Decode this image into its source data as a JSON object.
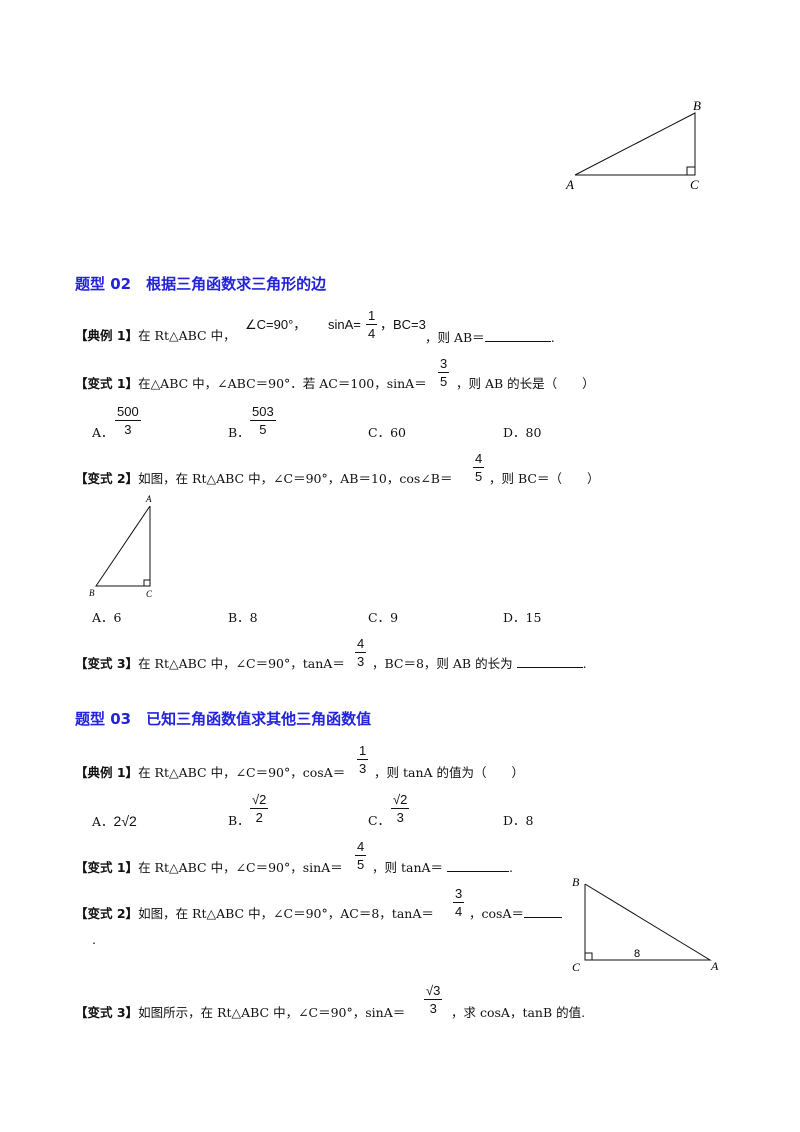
{
  "fig_top": {
    "A": "A",
    "B": "B",
    "C": "C"
  },
  "type02": {
    "title": "题型 02　根据三角函数求三角形的边",
    "ex1": {
      "label": "【典例 1】",
      "pre": "在 Rt△ABC 中，",
      "cond_angle": "∠C=90°，",
      "cond_sin": "sinA=",
      "frac": {
        "num": "1",
        "den": "4"
      },
      "cond_bc": "，BC=3",
      "post": "，则 AB＝",
      "end": "."
    },
    "var1": {
      "label": "【变式 1】",
      "text_a": "在△ABC 中，∠ABC＝90°．若 AC＝100，sinA＝",
      "frac": {
        "num": "3",
        "den": "5"
      },
      "text_b": "，则 AB 的长是（　　）",
      "options": {
        "a_label": "A．",
        "a_frac": {
          "num": "500",
          "den": "3"
        },
        "b_label": "B．",
        "b_frac": {
          "num": "503",
          "den": "5"
        },
        "c": "C．60",
        "d": "D．80"
      }
    },
    "var2": {
      "label": "【变式 2】",
      "text_a": "如图，在 Rt△ABC 中，∠C＝90°，AB＝10，cos∠B＝",
      "frac": {
        "num": "4",
        "den": "5"
      },
      "text_b": "，则 BC＝（　　）",
      "fig": {
        "A": "A",
        "B": "B",
        "C": "C"
      },
      "options": {
        "a": "A．6",
        "b": "B．8",
        "c": "C．9",
        "d": "D．15"
      }
    },
    "var3": {
      "label": "【变式 3】",
      "text_a": "在 Rt△ABC 中，∠C＝90°，tanA＝",
      "frac": {
        "num": "4",
        "den": "3"
      },
      "text_b": "，BC＝8，则 AB 的长为",
      "end": "."
    }
  },
  "type03": {
    "title": "题型 03　已知三角函数值求其他三角函数值",
    "ex1": {
      "label": "【典例 1】",
      "text_a": "在 Rt△ABC 中，∠C＝90°，cosA＝",
      "frac": {
        "num": "1",
        "den": "3"
      },
      "text_b": "，则 tanA 的值为（　　）",
      "options": {
        "a_label": "A．",
        "a_value": "2√2",
        "b_label": "B．",
        "b_frac": {
          "num": "√2",
          "den": "2"
        },
        "c_label": "C．",
        "c_frac": {
          "num": "√2",
          "den": "3"
        },
        "d": "D．8"
      }
    },
    "var1": {
      "label": "【变式 1】",
      "text_a": "在 Rt△ABC 中，∠C＝90°，sinA＝",
      "frac": {
        "num": "4",
        "den": "5"
      },
      "text_b": "，则 tanA＝",
      "end": "."
    },
    "var2": {
      "label": "【变式 2】",
      "text_a": "如图，在 Rt△ABC 中，∠C＝90°，AC＝8，tanA＝",
      "frac": {
        "num": "3",
        "den": "4"
      },
      "text_b": "，cosA＝",
      "end": ".",
      "fig": {
        "A": "A",
        "B": "B",
        "C": "C",
        "side": "8"
      }
    },
    "var3": {
      "label": "【变式 3】",
      "text_a": "如图所示，在 Rt△ABC 中，∠C＝90°，sinA＝",
      "frac": {
        "num": "√3",
        "den": "3"
      },
      "text_b": "，求 cosA，tanB 的值."
    }
  }
}
